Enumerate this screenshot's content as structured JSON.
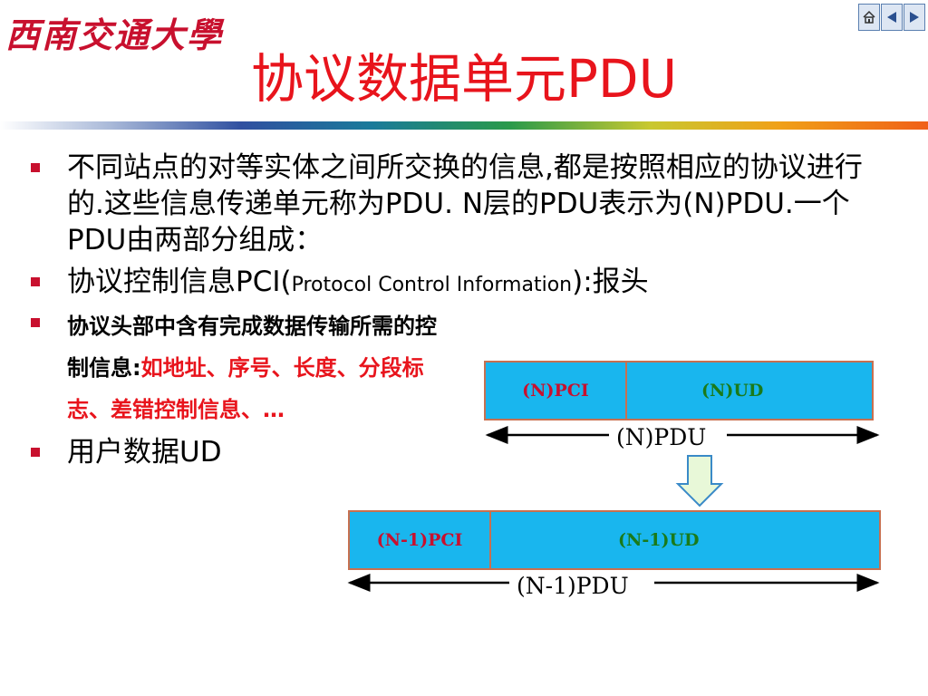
{
  "header": {
    "logo_text": "西南交通大學",
    "nav": [
      {
        "icon": "home-icon"
      },
      {
        "icon": "triangle-left-icon"
      },
      {
        "icon": "triangle-right-icon"
      }
    ]
  },
  "slide": {
    "title": "协议数据单元PDU",
    "bullets": {
      "b1": "不同站点的对等实体之间所交换的信息,都是按照相应的协议进行的.这些信息传递单元称为PDU. N层的PDU表示为(N)PDU.一个PDU由两部分组成：",
      "b2_main": "协议控制信息PCI(",
      "b2_small": "Protocol Control Information",
      "b2_end": "):报头",
      "b3_black": "协议头部中含有完成数据传输所需的控制信息:",
      "b3_red": "如地址、序号、长度、分段标志、差错控制信息、…",
      "b4": "用户数据UD"
    }
  },
  "diagram": {
    "top": {
      "pci": "(N)PCI",
      "ud": "(N)UD",
      "pdu": "(N)PDU"
    },
    "bottom": {
      "pci": "(N-1)PCI",
      "ud": "(N-1)UD",
      "pdu": "(N-1)PDU"
    },
    "colors": {
      "box_fill": "#19b6ee",
      "box_border": "#c87050",
      "pci_text": "#c8102e",
      "ud_text": "#1a7a1a",
      "arrow_fill": "#e8f8d8"
    }
  }
}
